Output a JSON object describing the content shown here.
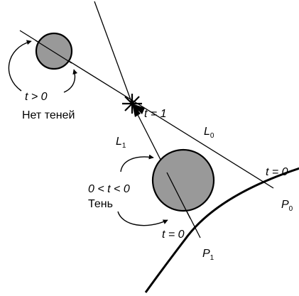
{
  "diagram": {
    "t_greater_zero": "t > 0",
    "no_shadows": "Нет теней",
    "t_equals_one": "t = 1",
    "L0": "L",
    "L0_sub": "0",
    "L1": "L",
    "L1_sub": "1",
    "t_equals_zero_right": "t = 0",
    "P0": "P",
    "P0_sub": "0",
    "range_label": "0 < t < 0",
    "shadow": "Тень",
    "t_equals_zero_bottom": "t = 0",
    "P1": "P",
    "P1_sub": "1"
  }
}
